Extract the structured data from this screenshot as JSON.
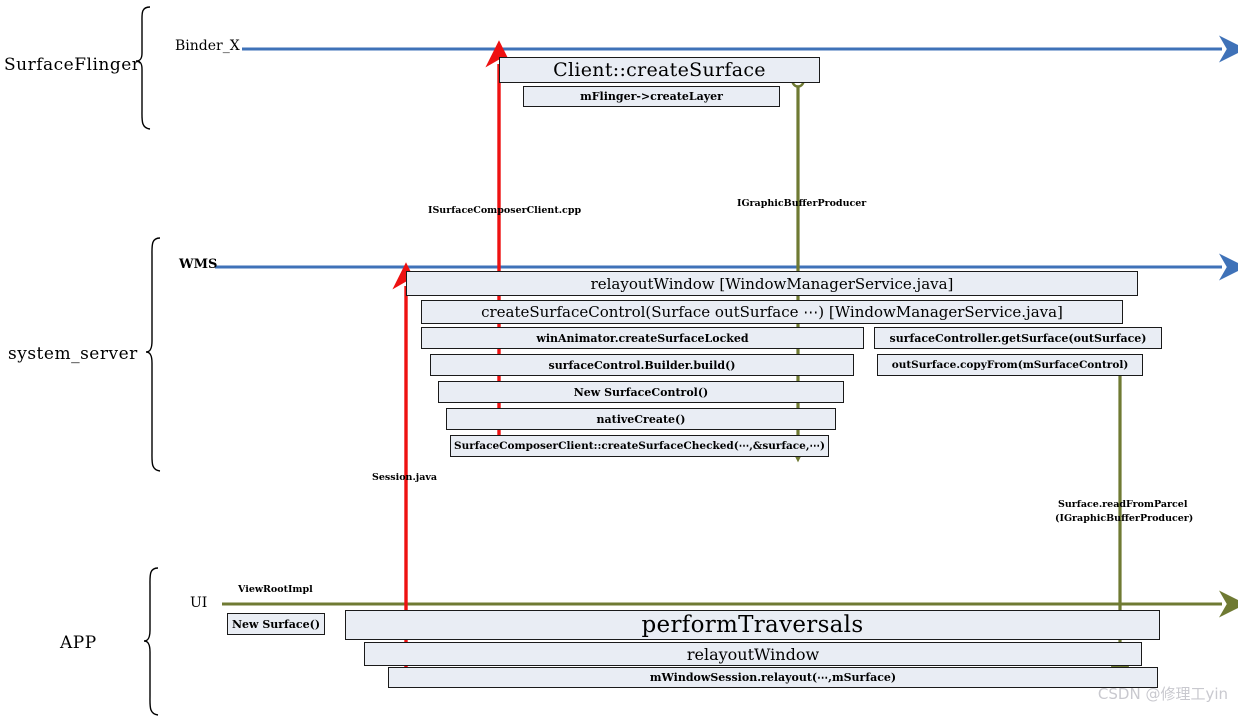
{
  "diagram": {
    "title": "Android Surface creation call flow",
    "colors": {
      "binder_line": "#3f72b8",
      "red_arrow": "#ee1111",
      "olive_arrow": "#6f7a33",
      "box_fill": "#e9edf4",
      "box_border": "#1a1a1a",
      "watermark": "#c9c9cf"
    },
    "processes": [
      {
        "id": "surfaceflinger",
        "label": "SurfaceFlinger"
      },
      {
        "id": "system_server",
        "label": "system_server"
      },
      {
        "id": "app",
        "label": "APP"
      }
    ],
    "lanes": [
      {
        "id": "binder_x",
        "label": "Binder_X"
      },
      {
        "id": "wms",
        "label": "WMS"
      },
      {
        "id": "ui",
        "label": "UI"
      }
    ],
    "lane_notes": [
      {
        "id": "viewrootimpl",
        "label": "ViewRootImpl"
      }
    ],
    "sf_boxes": [
      {
        "id": "client-create-surface",
        "label": "Client::createSurface"
      },
      {
        "id": "mflinger-create-layer",
        "label": "mFlinger->createLayer"
      }
    ],
    "wms_boxes": [
      {
        "id": "relayout-window-wms",
        "label": "relayoutWindow [WindowManagerService.java]"
      },
      {
        "id": "create-surface-control",
        "label": "createSurfaceControl(Surface outSurface  ⋯)   [WindowManagerService.java]"
      },
      {
        "id": "win-animator-create-surface-locked",
        "label": "winAnimator.createSurfaceLocked"
      },
      {
        "id": "surface-control-builder-build",
        "label": "surfaceControl.Builder.build()"
      },
      {
        "id": "new-surface-control",
        "label": "New SurfaceControl()"
      },
      {
        "id": "native-create",
        "label": "nativeCreate()"
      },
      {
        "id": "surface-composer-client-create-surface-checked",
        "label": "SurfaceComposerClient::createSurfaceChecked(⋯,&surface,⋯)"
      }
    ],
    "wms_right_boxes": [
      {
        "id": "surface-controller-get-surface",
        "label": "surfaceController.getSurface(outSurface)"
      },
      {
        "id": "out-surface-copy-from",
        "label": "outSurface.copyFrom(mSurfaceControl)"
      }
    ],
    "app_boxes": [
      {
        "id": "new-surface",
        "label": "New Surface()"
      },
      {
        "id": "perform-traversals",
        "label": "performTraversals"
      },
      {
        "id": "relayout-window-app",
        "label": "relayoutWindow"
      },
      {
        "id": "mwindow-session-relayout",
        "label": "mWindowSession.relayout(⋯,mSurface)"
      }
    ],
    "annotations": [
      {
        "id": "isurfacecomposerclient-cpp",
        "label": "ISurfaceComposerClient.cpp"
      },
      {
        "id": "igraphicbufferproducer",
        "label": "IGraphicBufferProducer"
      },
      {
        "id": "session-java",
        "label": "Session.java"
      },
      {
        "id": "surface-read-from-parcel",
        "label": "Surface.readFromParcel"
      },
      {
        "id": "surface-read-from-parcel-arg",
        "label": "(IGraphicBufferProducer)"
      }
    ],
    "watermark": "CSDN @修理工yin"
  }
}
